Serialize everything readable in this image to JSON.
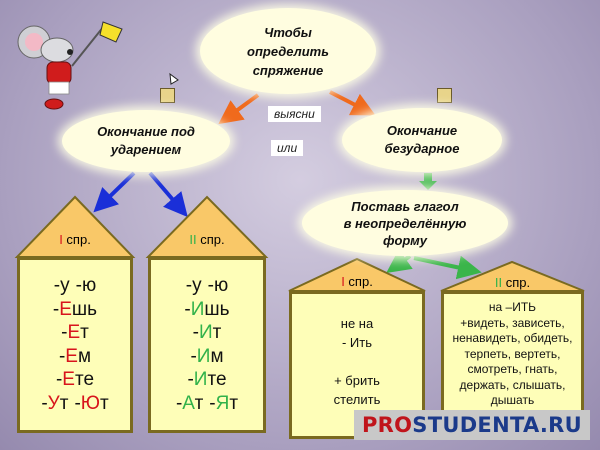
{
  "center": {
    "title": "Чтобы\nопределить\nспряжение"
  },
  "left_node": {
    "text": "Окончание под\nударением"
  },
  "right_node": {
    "text": "Окончание\nбезударное"
  },
  "connector_labels": {
    "clarify": "выясни",
    "or": "или"
  },
  "infinitive_node": {
    "text": "Поставь глагол\nв неопределённую\nформу"
  },
  "houses": {
    "stressed_1": {
      "roof": {
        "numeral": "I",
        "suffix": " спр."
      },
      "rows": [
        [
          {
            "pre": "-у",
            "hi": "",
            "post": ""
          },
          {
            "pre": "-ю",
            "hi": "",
            "post": ""
          }
        ],
        [
          {
            "pre": "-",
            "hi": "Е",
            "post": "шь"
          }
        ],
        [
          {
            "pre": "-",
            "hi": "Е",
            "post": "т"
          }
        ],
        [
          {
            "pre": "-",
            "hi": "Е",
            "post": "м"
          }
        ],
        [
          {
            "pre": "-",
            "hi": "Е",
            "post": "те"
          }
        ],
        [
          {
            "pre": "-",
            "hi": "У",
            "post": "т"
          },
          {
            "pre": "-",
            "hi": "Ю",
            "post": "т"
          }
        ]
      ]
    },
    "stressed_2": {
      "roof": {
        "numeral": "II",
        "suffix": "  спр."
      },
      "rows": [
        [
          {
            "pre": "-у",
            "hi": "",
            "post": ""
          },
          {
            "pre": "-ю",
            "hi": "",
            "post": ""
          }
        ],
        [
          {
            "pre": "-",
            "hi": "И",
            "post": "шь"
          }
        ],
        [
          {
            "pre": "-",
            "hi": "И",
            "post": "т"
          }
        ],
        [
          {
            "pre": "-",
            "hi": "И",
            "post": "м"
          }
        ],
        [
          {
            "pre": "-",
            "hi": "И",
            "post": "те"
          }
        ],
        [
          {
            "pre": "-",
            "hi": "А",
            "post": "т"
          },
          {
            "pre": "-",
            "hi": "Я",
            "post": "т"
          }
        ]
      ]
    },
    "unstressed_1": {
      "roof": {
        "numeral": "I",
        "suffix": " спр."
      },
      "lines": [
        "не на",
        "-  Ить",
        "",
        "+ брить",
        "стелить"
      ]
    },
    "unstressed_2": {
      "roof": {
        "numeral": "II",
        "suffix": " спр."
      },
      "lines": [
        "на –ИТЬ",
        "+видеть, зависеть,",
        "ненавидеть, обидеть,",
        "терпеть, вертеть,",
        "смотреть, гнать,",
        "держать, слышать,",
        "дышать"
      ]
    }
  },
  "watermark": {
    "pro": "PRO",
    "rest": "STUDENTA.RU"
  },
  "colors": {
    "roof_fill": "#f9c868",
    "house_body": "#fefeb8",
    "house_border": "#7a6a20",
    "ending_highlight_red": "#d8141c",
    "ending_highlight_green": "#31b24a",
    "arrow_orange": "#f06a1c",
    "arrow_blue": "#1a2fd8",
    "arrow_green": "#3ab54a",
    "watermark_pro": "#c0141b",
    "watermark_rest": "#1b3a8a"
  }
}
